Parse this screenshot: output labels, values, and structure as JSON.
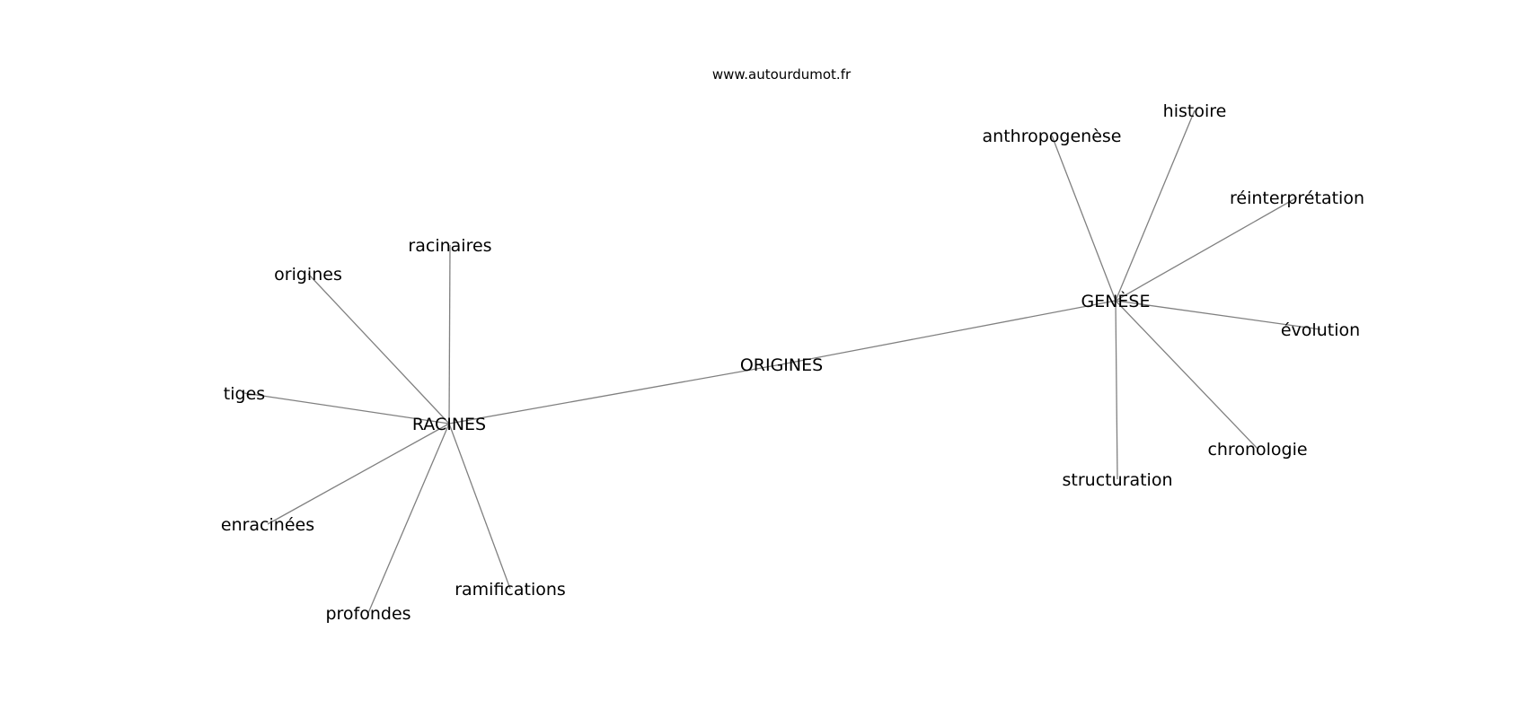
{
  "source": "www.autourdumot.fr",
  "colors": {
    "edge": "#808080",
    "text": "#000000",
    "background": "#ffffff"
  },
  "nodes": [
    {
      "id": "origines_center",
      "label": "ORIGINES"
    },
    {
      "id": "racines",
      "label": "RACINES"
    },
    {
      "id": "genese",
      "label": "GENÈSE"
    },
    {
      "id": "racinaires",
      "label": "racinaires"
    },
    {
      "id": "origines",
      "label": "origines"
    },
    {
      "id": "tiges",
      "label": "tiges"
    },
    {
      "id": "enracinees",
      "label": "enracinées"
    },
    {
      "id": "profondes",
      "label": "profondes"
    },
    {
      "id": "ramifications",
      "label": "ramifications"
    },
    {
      "id": "anthropogenese",
      "label": "anthropogenèse"
    },
    {
      "id": "histoire",
      "label": "histoire"
    },
    {
      "id": "reinterpretation",
      "label": "réinterprétation"
    },
    {
      "id": "evolution",
      "label": "évolution"
    },
    {
      "id": "chronologie",
      "label": "chronologie"
    },
    {
      "id": "structuration",
      "label": "structuration"
    }
  ],
  "edges": [
    [
      "racines",
      "origines_center"
    ],
    [
      "origines_center",
      "genese"
    ],
    [
      "racines",
      "racinaires"
    ],
    [
      "racines",
      "origines"
    ],
    [
      "racines",
      "tiges"
    ],
    [
      "racines",
      "enracinees"
    ],
    [
      "racines",
      "profondes"
    ],
    [
      "racines",
      "ramifications"
    ],
    [
      "genese",
      "anthropogenese"
    ],
    [
      "genese",
      "histoire"
    ],
    [
      "genese",
      "reinterpretation"
    ],
    [
      "genese",
      "evolution"
    ],
    [
      "genese",
      "chronologie"
    ],
    [
      "genese",
      "structuration"
    ]
  ]
}
